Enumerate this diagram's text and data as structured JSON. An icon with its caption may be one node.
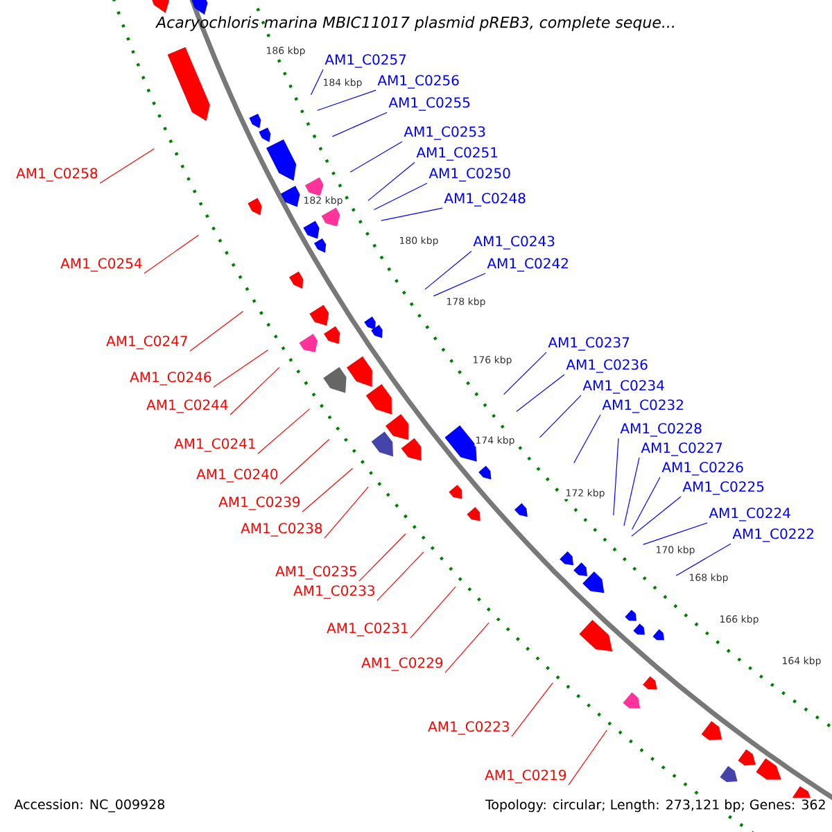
{
  "diagram": {
    "title": "Acaryochloris marina MBIC11017 plasmid pREB3, complete seque...",
    "nodes": [
      {
        "text": [
          "AM1_C0257"
        ]
      },
      {
        "text": [
          "AM1_C0256"
        ]
      },
      {
        "text": [
          "AM1_C0255"
        ]
      },
      {
        "text": [
          "AM1_C0253"
        ]
      },
      {
        "text": [
          "AM1_C0251"
        ]
      },
      {
        "text": [
          "AM1_C0250"
        ]
      },
      {
        "text": [
          "AM1_C0248"
        ]
      },
      {
        "text": [
          "AM1_C0243"
        ]
      },
      {
        "text": [
          "AM1_C0242"
        ]
      },
      {
        "text": [
          "AM1_C0237"
        ]
      },
      {
        "text": [
          "AM1_C0236"
        ]
      },
      {
        "text": [
          "AM1_C0234"
        ]
      },
      {
        "text": [
          "AM1_C0232"
        ]
      },
      {
        "text": [
          "AM1_C0228"
        ]
      },
      {
        "text": [
          "AM1_C0227"
        ]
      },
      {
        "text": [
          "AM1_C0226"
        ]
      },
      {
        "text": [
          "AM1_C0225"
        ]
      },
      {
        "text": [
          "AM1_C0224"
        ]
      },
      {
        "text": [
          "AM1_C0222"
        ]
      },
      {
        "text": [
          "AM1_C0258"
        ]
      },
      {
        "text": [
          "AM1_C0254"
        ]
      },
      {
        "text": [
          "AM1_C0247"
        ]
      },
      {
        "text": [
          "AM1_C0246"
        ]
      },
      {
        "text": [
          "AM1_C0244"
        ]
      },
      {
        "text": [
          "AM1_C0241"
        ]
      },
      {
        "text": [
          "AM1_C0240"
        ]
      },
      {
        "text": [
          "AM1_C0239"
        ]
      },
      {
        "text": [
          "AM1_C0238"
        ]
      },
      {
        "text": [
          "AM1_C0235"
        ]
      },
      {
        "text": [
          "AM1_C0233"
        ]
      },
      {
        "text": [
          "AM1_C0231"
        ]
      },
      {
        "text": [
          "AM1_C0229"
        ]
      },
      {
        "text": [
          "AM1_C0223"
        ]
      },
      {
        "text": [
          "AM1_C0219"
        ]
      }
    ],
    "edges": [
      {
        "from": 0,
        "to": null,
        "arrow": "none"
      },
      {
        "from": 1,
        "to": null,
        "arrow": "none"
      },
      {
        "from": 2,
        "to": null,
        "arrow": "none"
      },
      {
        "from": 3,
        "to": null,
        "arrow": "none"
      },
      {
        "from": 4,
        "to": null,
        "arrow": "none"
      },
      {
        "from": 5,
        "to": null,
        "arrow": "none"
      },
      {
        "from": 6,
        "to": null,
        "arrow": "none"
      },
      {
        "from": 7,
        "to": null,
        "arrow": "none"
      },
      {
        "from": 8,
        "to": null,
        "arrow": "none"
      },
      {
        "from": 9,
        "to": null,
        "arrow": "none"
      },
      {
        "from": 10,
        "to": null,
        "arrow": "none"
      },
      {
        "from": 11,
        "to": null,
        "arrow": "none"
      },
      {
        "from": 12,
        "to": null,
        "arrow": "none"
      },
      {
        "from": 13,
        "to": null,
        "arrow": "none"
      },
      {
        "from": 14,
        "to": null,
        "arrow": "none"
      },
      {
        "from": 15,
        "to": null,
        "arrow": "none"
      },
      {
        "from": 16,
        "to": null,
        "arrow": "none"
      },
      {
        "from": 17,
        "to": null,
        "arrow": "none"
      },
      {
        "from": 18,
        "to": null,
        "arrow": "none"
      },
      {
        "from": 19,
        "to": null,
        "arrow": "none",
        "color": "#ff0000"
      },
      {
        "from": 20,
        "to": null,
        "arrow": "none",
        "color": "#ff0000"
      },
      {
        "from": 21,
        "to": null,
        "arrow": "none",
        "color": "#ff0000"
      },
      {
        "from": 22,
        "to": null,
        "arrow": "none",
        "color": "#ff0000"
      },
      {
        "from": 23,
        "to": null,
        "arrow": "none",
        "color": "#ff0000"
      },
      {
        "from": 24,
        "to": null,
        "arrow": "none",
        "color": "#ff0000"
      },
      {
        "from": 25,
        "to": null,
        "arrow": "none",
        "color": "#ff0000"
      },
      {
        "from": 26,
        "to": null,
        "arrow": "none",
        "color": "#ff0000"
      },
      {
        "from": 27,
        "to": null,
        "arrow": "none",
        "color": "#ff0000"
      },
      {
        "from": 28,
        "to": null,
        "arrow": "none",
        "color": "#ff0000"
      },
      {
        "from": 29,
        "to": null,
        "arrow": "none",
        "color": "#ff0000"
      },
      {
        "from": 30,
        "to": null,
        "arrow": "none",
        "color": "#ff0000"
      },
      {
        "from": 31,
        "to": null,
        "arrow": "none",
        "color": "#ff0000"
      },
      {
        "from": 32,
        "to": null,
        "arrow": "none",
        "color": "#ff0000"
      },
      {
        "from": 33,
        "to": null,
        "arrow": "none",
        "color": "#ff0000"
      }
    ],
    "labels": [
      "186 kbp",
      "184 kbp",
      "182 kbp",
      "180 kbp",
      "178 kbp",
      "176 kbp",
      "174 kbp",
      "172 kbp",
      "170 kbp",
      "168 kbp",
      "166 kbp",
      "164 kbp",
      "Accession: NC_009928",
      "Topology: circular; Length: 273,121 bp; Genes: 362"
    ]
  }
}
